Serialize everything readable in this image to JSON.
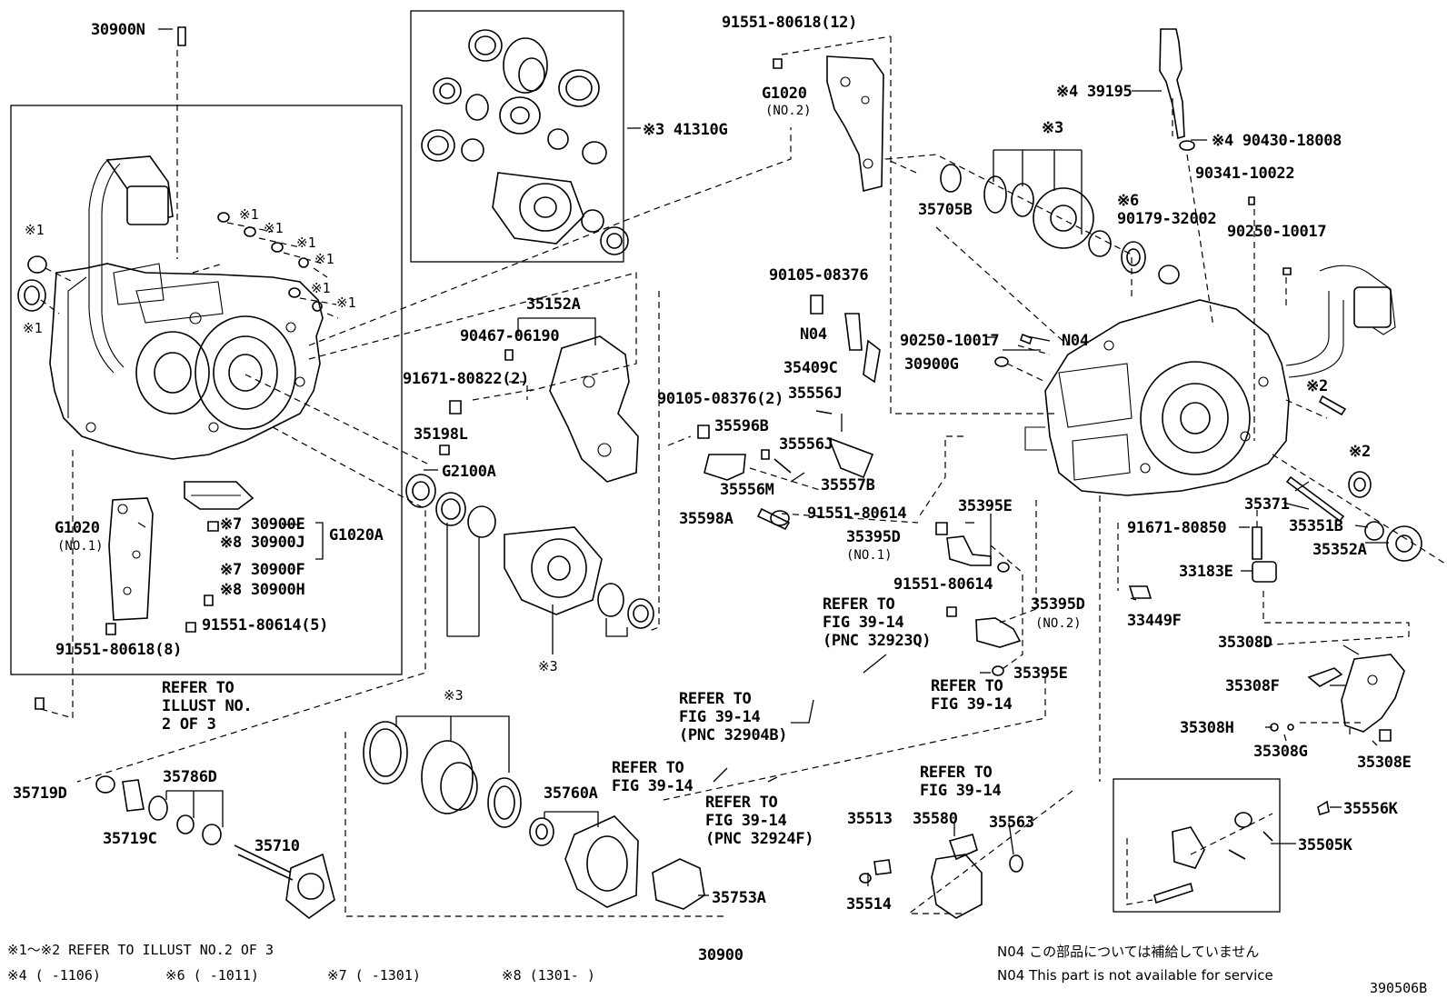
{
  "labels": {
    "p30900N": "30900N",
    "p41310G": "※3 41310G",
    "p91551_80618_12": "91551-80618(12)",
    "pG1020_no2": "G1020",
    "pNO2_a": "(NO.2)",
    "p39195": "※4 39195",
    "p90430": "※4 90430-18008",
    "p90341": "90341-10022",
    "star3_top": "※3",
    "p35705B": "35705B",
    "p90179": "90179-32002",
    "star6": "※6",
    "p90250_a": "90250-10017",
    "p35152A": "35152A",
    "p90467": "90467-06190",
    "p91671_2": "91671-80822(2)",
    "p35198L": "35198L",
    "p90105_a": "90105-08376",
    "pN04_a": "N04",
    "p35409C": "35409C",
    "p35556J_a": "35556J",
    "p90250_b": "90250-10017",
    "pN04_b": "N04",
    "p30900G": "30900G",
    "p90105_2": "90105-08376(2)",
    "p35596B": "35596B",
    "p35556J_b": "35556J",
    "p35556M": "35556M",
    "p35557B": "35557B",
    "p35598A": "35598A",
    "p91551_80614_a": "91551-80614",
    "p35395E_a": "35395E",
    "p35395D_1": "35395D",
    "pNO1_b": "(NO.1)",
    "star2_a": "※2",
    "star2_b": "※2",
    "p35371": "35371",
    "p35351B": "35351B",
    "p35352A": "35352A",
    "p91671_80850": "91671-80850",
    "p33183E": "33183E",
    "p33449F": "33449F",
    "pG2100A": "G2100A",
    "star1_a": "※1",
    "star1_b": "※1",
    "star1_c": "※1",
    "star1_d": "※1",
    "star1_e": "※1",
    "star1_f": "※1",
    "star1_g": "※1",
    "star1_h": "※1",
    "pG1020_no1": "G1020",
    "pNO1_a": "(NO.1)",
    "p30900E": "※7 30900E",
    "p30900J": "※8 30900J",
    "pG1020A": "G1020A",
    "p30900F": "※7 30900F",
    "p30900H": "※8 30900H",
    "p91551_80614_5": "91551-80614(5)",
    "p91551_80618_8": "91551-80618(8)",
    "star3_mid": "※3",
    "p91551_80614_b": "91551-80614",
    "p35395D_2": "35395D",
    "pNO2_b": "(NO.2)",
    "p35395E_b": "35395E",
    "ref1": [
      "REFER TO",
      "FIG 39-14",
      "(PNC 32923Q)"
    ],
    "ref_illust": [
      "REFER TO",
      "ILLUST NO.",
      "2 OF 3"
    ],
    "ref2": [
      "REFER TO",
      "FIG 39-14",
      "(PNC 32904B)"
    ],
    "ref3": [
      "REFER TO",
      "FIG 39-14"
    ],
    "ref4": [
      "REFER TO",
      "FIG 39-14"
    ],
    "ref5": [
      "REFER TO",
      "FIG 39-14",
      "(PNC 32924F)"
    ],
    "ref6": [
      "REFER TO",
      "FIG 39-14"
    ],
    "p35308D": "35308D",
    "p35308F": "35308F",
    "p35308H": "35308H",
    "p35308G": "35308G",
    "p35308E": "35308E",
    "star3_bot": "※3",
    "p35719D": "35719D",
    "p35786D": "35786D",
    "p35719C": "35719C",
    "p35710": "35710",
    "p35760A": "35760A",
    "p35753A": "35753A",
    "p35513": "35513",
    "p35580": "35580",
    "p35563": "35563",
    "p35514": "35514",
    "p35556K": "35556K",
    "p35505K": "35505K",
    "p30900": "30900"
  },
  "footnotes": {
    "line1": "※1～※2 REFER TO ILLUST NO.2 OF 3",
    "line2": [
      "※4 (     -1106)",
      "※6 (     -1011)",
      "※7 (     -1301)",
      "※8 (1301-     )"
    ],
    "n04_jp": "N04  この部品については補給していません",
    "n04_en": "N04  This part is not available for service",
    "diagram_code": "390506B"
  }
}
